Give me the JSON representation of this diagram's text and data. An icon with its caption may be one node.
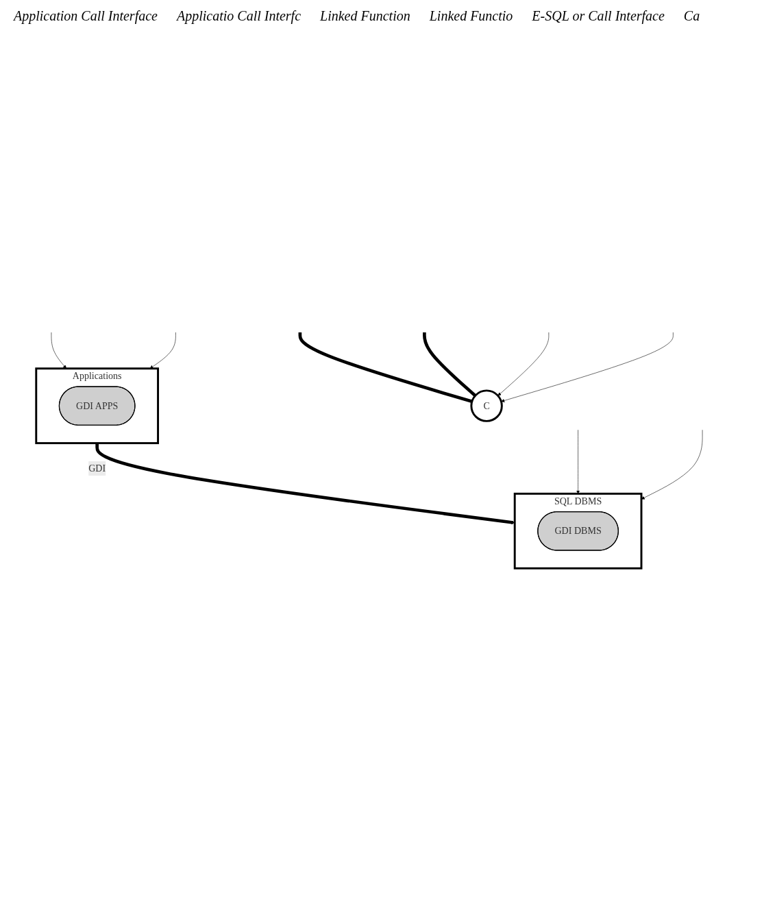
{
  "diagram": {
    "nodes": [
      {
        "text": [
          "Applications"
        ]
      },
      {
        "text": [
          "GDI APPS"
        ],
        "in": 0
      },
      {
        "text": [
          "C"
        ]
      },
      {
        "text": [
          "SQL DBMS"
        ]
      },
      {
        "text": [
          "GDI DBMS"
        ],
        "in": 3
      }
    ],
    "edges": [
      {
        "from": 0,
        "to": 3,
        "arrow": "to",
        "label": "GDI",
        "style": "thick"
      },
      {
        "from": null,
        "to": 2,
        "arrow": "none",
        "style": "thick"
      },
      {
        "from": null,
        "to": 2,
        "arrow": "none",
        "style": "thick"
      },
      {
        "from": null,
        "to": 0,
        "arrow": "to"
      },
      {
        "from": null,
        "to": 0,
        "arrow": "to"
      },
      {
        "from": null,
        "to": 2,
        "arrow": "to"
      },
      {
        "from": null,
        "to": 2,
        "arrow": "to"
      },
      {
        "from": null,
        "to": 3,
        "arrow": "to"
      },
      {
        "from": null,
        "to": 3,
        "arrow": "to"
      }
    ],
    "labels": [
      "Application Call Interface",
      "Applicatio Call Interfc",
      "Linked Function",
      "Linked Functio",
      "E-SQL or Call Interface",
      "Ca"
    ]
  }
}
